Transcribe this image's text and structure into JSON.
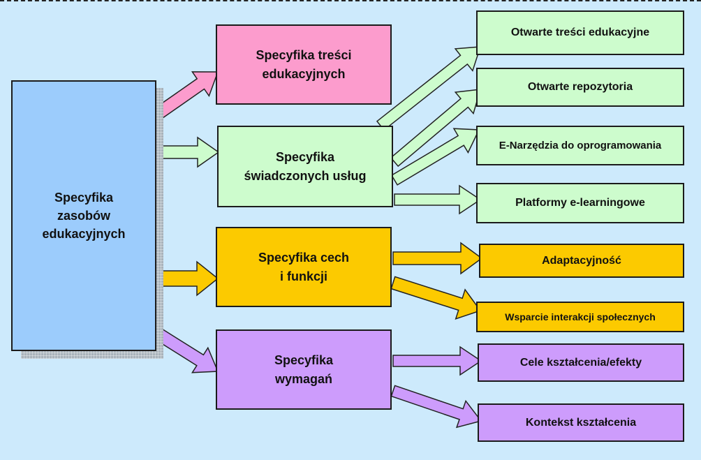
{
  "colors": {
    "background": "#cdeafc",
    "blue": "#9cccfc",
    "pink": "#fc9ccd",
    "green": "#cdfccd",
    "yellow": "#fcca00",
    "purple": "#cd9cfc"
  },
  "diagram": {
    "root": "Specyfika\nzasobów\nedukacyjnych",
    "categories": [
      {
        "label": "Specyfika treści\nedukacyjnych",
        "color": "pink"
      },
      {
        "label": "Specyfika\nświadczonych usług",
        "color": "green"
      },
      {
        "label": "Specyfika cech\ni funkcji",
        "color": "yellow"
      },
      {
        "label": "Specyfika\nwymagań",
        "color": "purple"
      }
    ],
    "items": [
      {
        "label": "Otwarte treści edukacyjne",
        "color": "green"
      },
      {
        "label": "Otwarte repozytoria",
        "color": "green"
      },
      {
        "label": "E-Narzędzia do oprogramowania",
        "color": "green"
      },
      {
        "label": "Platformy e-learningowe",
        "color": "green"
      },
      {
        "label": "Adaptacyjność",
        "color": "yellow"
      },
      {
        "label": "Wsparcie interakcji społecznych",
        "color": "yellow"
      },
      {
        "label": "Cele kształcenia/efekty",
        "color": "purple"
      },
      {
        "label": "Kontekst kształcenia",
        "color": "purple"
      }
    ]
  }
}
